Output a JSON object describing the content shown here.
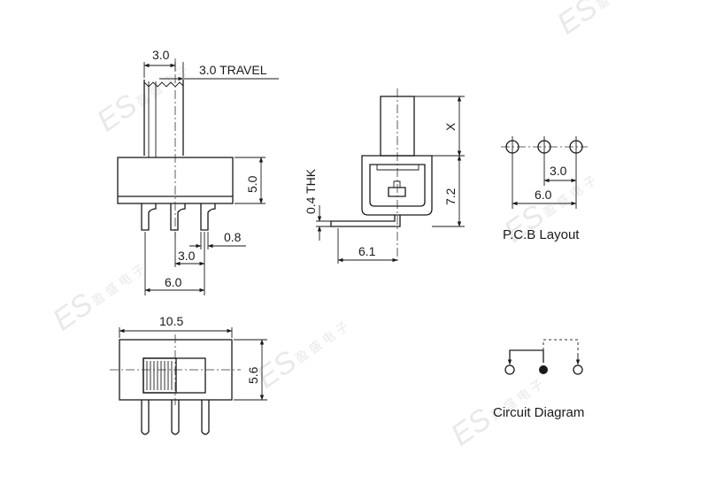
{
  "side_view": {
    "dim_actuator_width": "3.0",
    "dim_travel": "3.0 TRAVEL",
    "dim_body_height": "5.0",
    "dim_pin_width": "0.8",
    "dim_pin_pitch": "3.0",
    "dim_pin_span": "6.0"
  },
  "end_view": {
    "dim_x": "X",
    "dim_thickness": "0.4 THK",
    "dim_body_height": "7.2",
    "dim_lead_length": "6.1"
  },
  "pcb_layout": {
    "caption": "P.C.B Layout",
    "dim_pitch": "3.0",
    "dim_span": "6.0"
  },
  "top_view": {
    "dim_length": "10.5",
    "dim_width": "5.6"
  },
  "circuit": {
    "caption": "Circuit Diagram"
  },
  "watermark": {
    "brand": "ES",
    "chinese": "盈 盛 电 子"
  }
}
